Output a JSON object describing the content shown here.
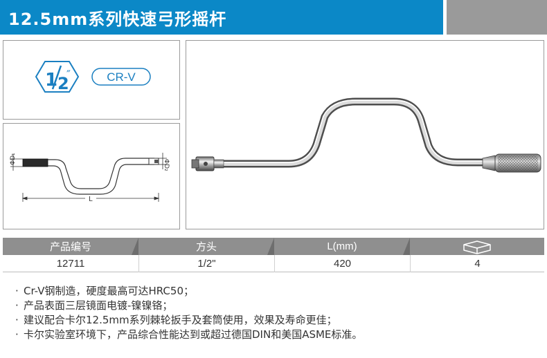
{
  "header": {
    "title": "12.5mm系列快速弓形摇杆",
    "accent_color": "#0b88c7",
    "side_color": "#9a9a9a"
  },
  "badges": {
    "drive_size": "1/2\"",
    "drive_numerator": "1",
    "drive_denominator": "2",
    "drive_mark": "″",
    "material": "CR-V",
    "icon": "hexagon-drive-icon"
  },
  "diagram": {
    "label_d1": "ΦD₁",
    "label_d2": "ΦD₂",
    "label_length": "L"
  },
  "table": {
    "headers": [
      "产品编号",
      "方头",
      "L(mm)"
    ],
    "box_icon": "package-box-icon",
    "rows": [
      [
        "12711",
        "1/2\"",
        "420",
        "4"
      ]
    ]
  },
  "features": [
    "Cr-V钢制造，硬度最高可达HRC50；",
    "产品表面三层镜面电镀-镍镍铬；",
    "建议配合卡尔12.5mm系列棘轮扳手及套筒使用，效果及寿命更佳；",
    "卡尔实验室环境下，产品综合性能达到或超过德国DIN和美国ASME标准。"
  ]
}
